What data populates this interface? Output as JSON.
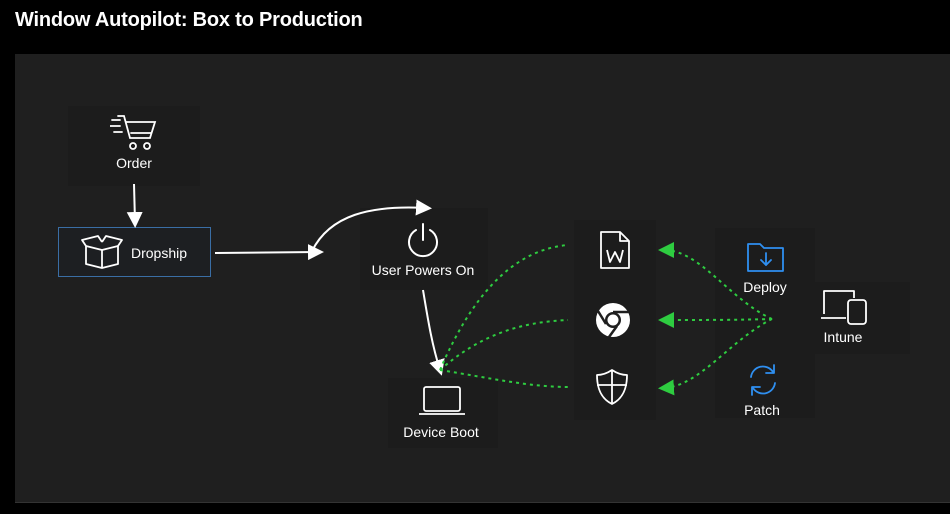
{
  "title": "Window Autopilot: Box to Production",
  "nodes": {
    "order": "Order",
    "dropship": "Dropship",
    "user_powers_on": "User Powers On",
    "device_boot": "Device Boot",
    "deploy": "Deploy",
    "patch": "Patch",
    "intune": "Intune"
  },
  "icons": {
    "order": "shopping-cart-icon",
    "dropship": "open-box-icon",
    "user_powers_on": "power-icon",
    "device_boot": "laptop-icon",
    "word": "word-document-icon",
    "chrome": "chrome-icon",
    "defender": "shield-icon",
    "deploy": "folder-download-icon",
    "patch": "refresh-icon",
    "intune": "devices-icon"
  },
  "colors": {
    "background": "#000000",
    "canvas": "#1f1f1f",
    "flow_white": "#ffffff",
    "flow_green": "#2ecc40",
    "accent_blue": "#2f8ff0",
    "dropship_border": "#3a6ea5"
  }
}
